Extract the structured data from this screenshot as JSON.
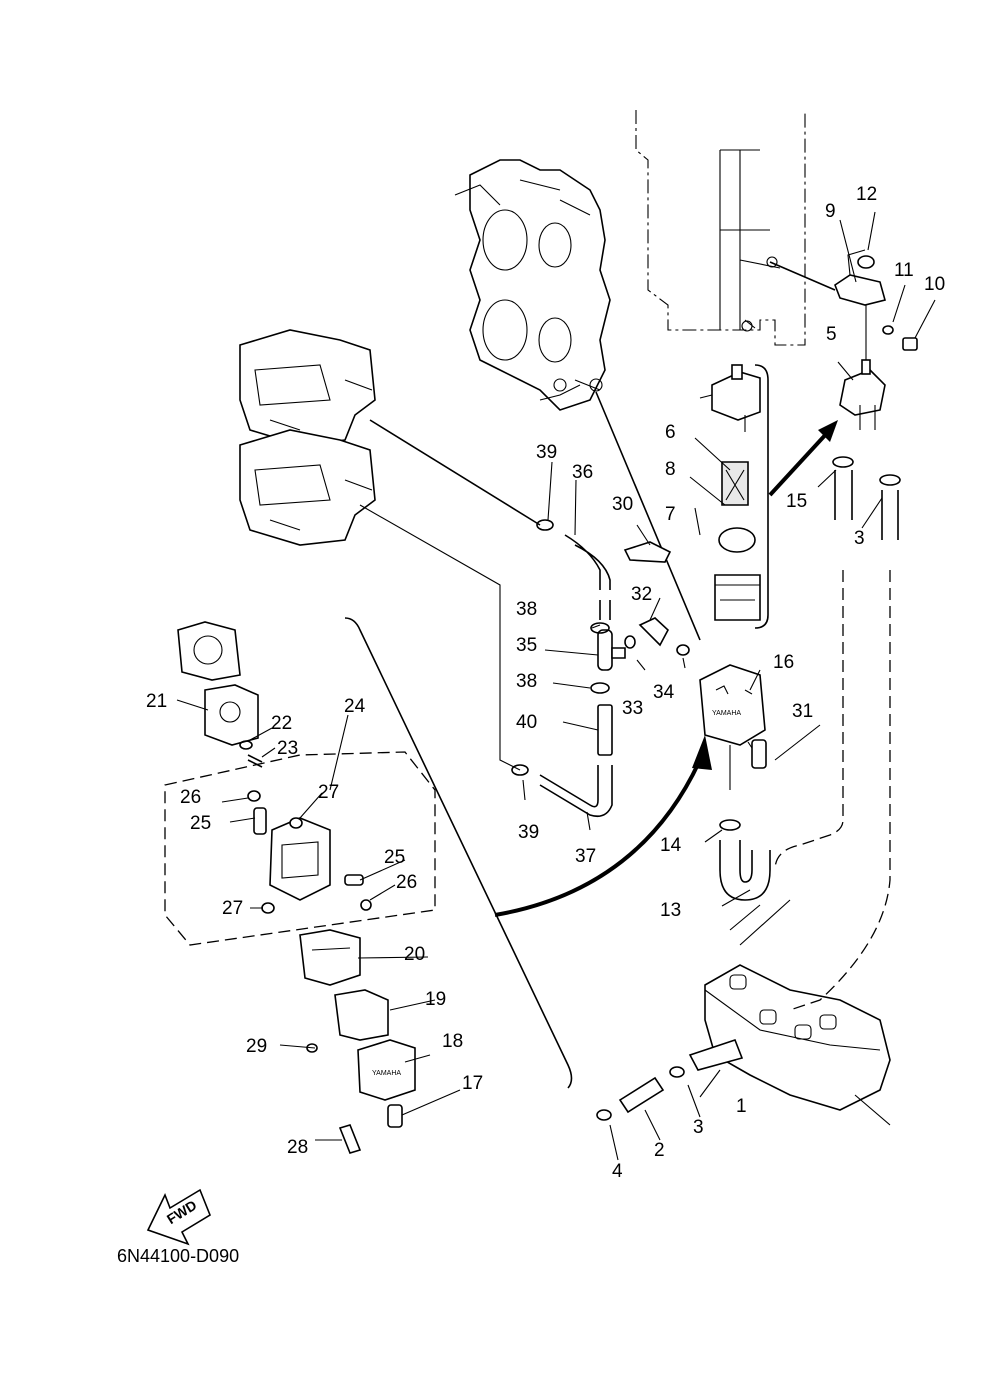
{
  "diagram": {
    "code": "6N44100-D090",
    "direction_label": "FWD",
    "brand_mark": "YAMAHA",
    "callouts": [
      "1",
      "2",
      "3",
      "3",
      "4",
      "5",
      "6",
      "7",
      "8",
      "9",
      "10",
      "11",
      "12",
      "13",
      "14",
      "15",
      "16",
      "17",
      "18",
      "19",
      "20",
      "21",
      "22",
      "23",
      "24",
      "25",
      "25",
      "26",
      "26",
      "27",
      "27",
      "28",
      "29",
      "30",
      "31",
      "32",
      "33",
      "34",
      "35",
      "36",
      "37",
      "38",
      "38",
      "39",
      "39",
      "40"
    ]
  }
}
